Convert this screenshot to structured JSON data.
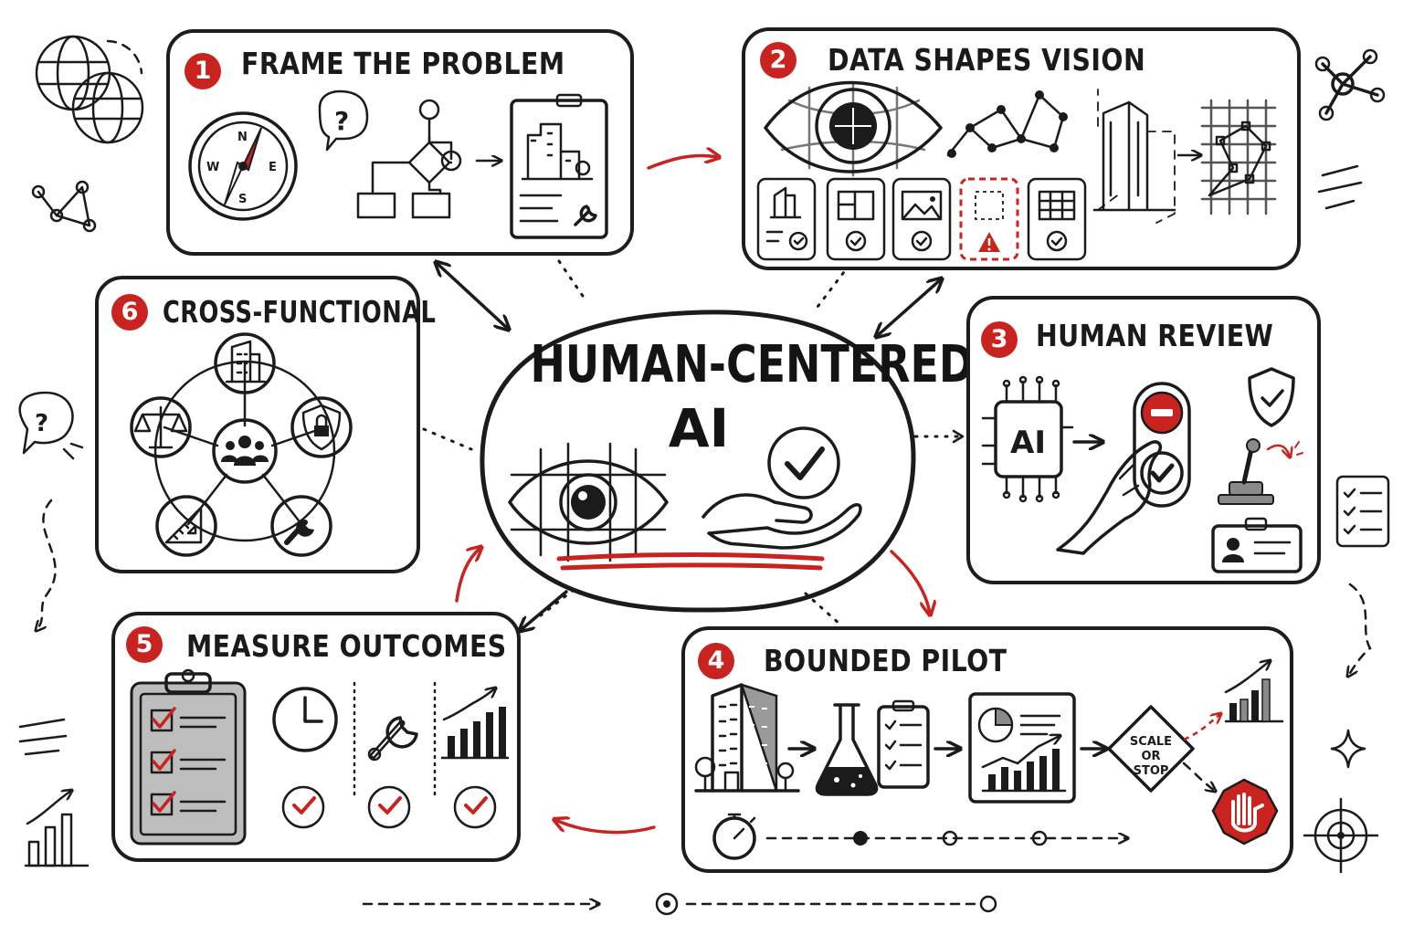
{
  "center": {
    "line1": "HUMAN-CENTERED",
    "line2": "AI"
  },
  "steps": [
    {
      "number": "1",
      "title": "FRAME THE PROBLEM"
    },
    {
      "number": "2",
      "title": "DATA SHAPES VISION"
    },
    {
      "number": "3",
      "title": "HUMAN REVIEW"
    },
    {
      "number": "4",
      "title": "BOUNDED PILOT"
    },
    {
      "number": "5",
      "title": "MEASURE OUTCOMES"
    },
    {
      "number": "6",
      "title": "CROSS-FUNCTIONAL"
    }
  ],
  "icon_labels": {
    "compass_n": "N",
    "compass_s": "S",
    "compass_e": "E",
    "compass_w": "W",
    "ai_chip": "AI",
    "decision_line1": "SCALE",
    "decision_line2": "OR",
    "decision_line3": "STOP"
  },
  "colors": {
    "accent": "#c8231e",
    "ink": "#1b1b1b",
    "background": "#ffffff"
  },
  "icons": {
    "frame": [
      "compass-icon",
      "question-bubble-icon",
      "flowchart-icon",
      "building-brief-icon",
      "wrench-icon"
    ],
    "data": [
      "eye-grid-icon",
      "network-graph-icon",
      "data-card-building-icon",
      "data-card-floorplan-icon",
      "data-card-image-icon",
      "data-card-missing-warning-icon",
      "data-card-table-icon",
      "building-wireframe-icon",
      "grid-map-icon"
    ],
    "review": [
      "ai-chip-icon",
      "hand-button-icon",
      "stop-button-icon",
      "approve-button-icon",
      "shield-check-icon",
      "joystick-lever-icon",
      "id-badge-icon"
    ],
    "pilot": [
      "office-building-icon",
      "flask-icon",
      "checklist-icon",
      "dashboard-chart-icon",
      "scale-or-stop-sign-icon",
      "growth-chart-icon",
      "stop-hand-sign-icon",
      "stopwatch-icon",
      "timeline-icon"
    ],
    "measure": [
      "clipboard-checklist-icon",
      "clock-icon",
      "wrench-icon",
      "bar-chart-up-icon",
      "check-circle-icon"
    ],
    "crossfunctional": [
      "team-icon",
      "building-icon",
      "scales-justice-icon",
      "shield-lock-icon",
      "ruler-triangle-icon",
      "wrench-icon"
    ],
    "center": [
      "eye-target-icon",
      "hand-check-icon"
    ]
  }
}
